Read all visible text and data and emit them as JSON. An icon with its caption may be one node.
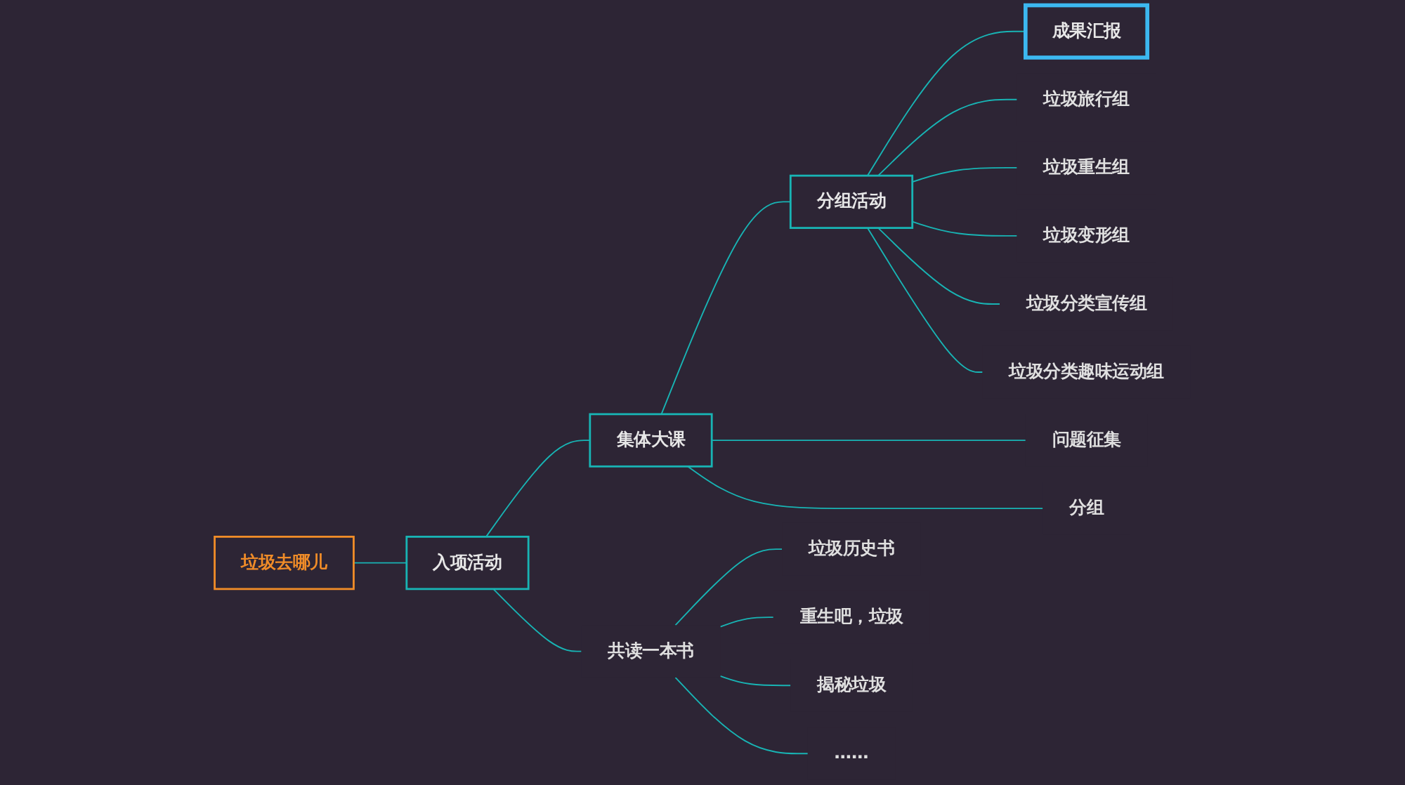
{
  "diagram": {
    "nodes": [
      {
        "text": [
          "垃圾去哪儿"
        ]
      },
      {
        "text": [
          "入项活动"
        ]
      },
      {
        "text": [
          "集体大课"
        ]
      },
      {
        "text": [
          "分组活动"
        ]
      },
      {
        "text": [
          "成果汇报"
        ]
      },
      {
        "text": [
          "共读一本书"
        ]
      },
      {
        "text": [
          "垃圾历史书"
        ]
      },
      {
        "text": [
          "重生吧，垃圾"
        ]
      },
      {
        "text": [
          "揭秘垃圾"
        ]
      },
      {
        "text": [
          "……"
        ]
      },
      {
        "text": [
          "问题征集"
        ]
      },
      {
        "text": [
          "分组"
        ]
      },
      {
        "text": [
          "垃圾旅行组"
        ]
      },
      {
        "text": [
          "垃圾重生组"
        ]
      },
      {
        "text": [
          "垃圾变形组"
        ]
      },
      {
        "text": [
          "垃圾分类宣传组"
        ]
      },
      {
        "text": [
          "垃圾分类趣味运动组"
        ]
      }
    ],
    "edges": [
      {
        "from": 0,
        "to": 1,
        "arrow": "none"
      },
      {
        "from": 1,
        "to": 2,
        "arrow": "none"
      },
      {
        "from": 2,
        "to": 3,
        "arrow": "none"
      },
      {
        "from": 3,
        "to": 4,
        "arrow": "none"
      },
      {
        "from": 1,
        "to": 5,
        "arrow": "none"
      },
      {
        "from": 5,
        "to": 6,
        "arrow": "none"
      },
      {
        "from": 5,
        "to": 7,
        "arrow": "none"
      },
      {
        "from": 5,
        "to": 8,
        "arrow": "none"
      },
      {
        "from": 5,
        "to": 9,
        "arrow": "none"
      },
      {
        "from": 2,
        "to": 10,
        "arrow": "none"
      },
      {
        "from": 2,
        "to": 11,
        "arrow": "none"
      },
      {
        "from": 3,
        "to": 12,
        "arrow": "none"
      },
      {
        "from": 3,
        "to": 13,
        "arrow": "none"
      },
      {
        "from": 3,
        "to": 14,
        "arrow": "none"
      },
      {
        "from": 3,
        "to": 15,
        "arrow": "none"
      },
      {
        "from": 3,
        "to": 16,
        "arrow": "none"
      }
    ]
  }
}
